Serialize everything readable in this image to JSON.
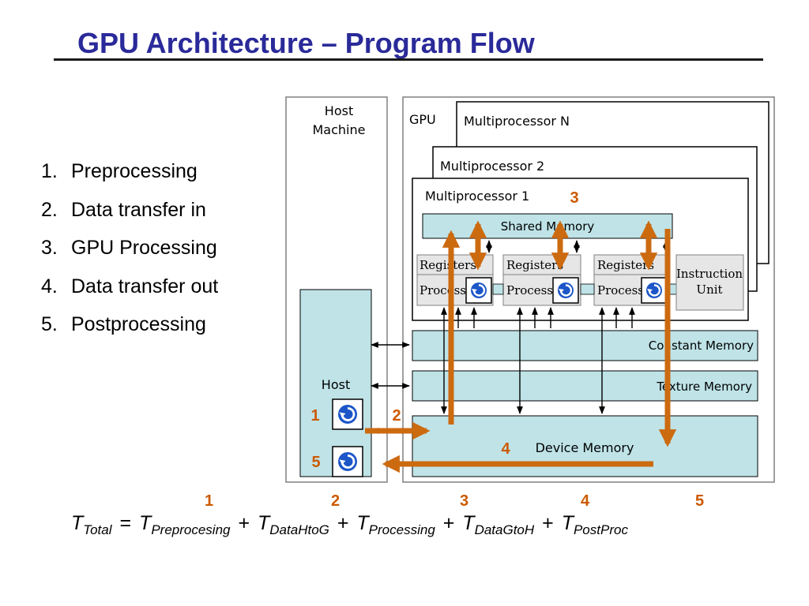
{
  "title": "GPU Architecture – Program Flow",
  "steps": [
    {
      "num": "1.",
      "label": "Preprocessing"
    },
    {
      "num": "2.",
      "label": "Data transfer in"
    },
    {
      "num": "3.",
      "label": "GPU Processing"
    },
    {
      "num": "4.",
      "label": "Data transfer out"
    },
    {
      "num": "5.",
      "label": "Postprocessing"
    }
  ],
  "diagram": {
    "host_machine_line1": "Host",
    "host_machine_line2": "Machine",
    "gpu": "GPU",
    "mp_n": "Multiprocessor N",
    "mp_2": "Multiprocessor 2",
    "mp_1": "Multiprocessor 1",
    "shared_memory": "Shared Memory",
    "registers": "Registers",
    "processor": "Processor",
    "instruction_unit_line1": "Instruction",
    "instruction_unit_line2": "Unit",
    "constant_memory": "Constant Memory",
    "texture_memory": "Texture Memory",
    "device_memory": "Device Memory",
    "host": "Host",
    "step_labels": {
      "s1": "1",
      "s2": "2",
      "s3": "3",
      "s4": "4",
      "s5": "5"
    },
    "colors": {
      "accent": "#cc6a10",
      "box_fill": "#bfe3e7",
      "proc_fill": "#e6e6e6"
    }
  },
  "formula": {
    "nums": [
      "1",
      "2",
      "3",
      "4",
      "5"
    ],
    "t": "T",
    "total": "Total",
    "eq": "=",
    "plus": "+",
    "terms": [
      "Preprocesing",
      "DataHtoG",
      "Processing",
      "DataGtoH",
      "PostProc"
    ]
  }
}
